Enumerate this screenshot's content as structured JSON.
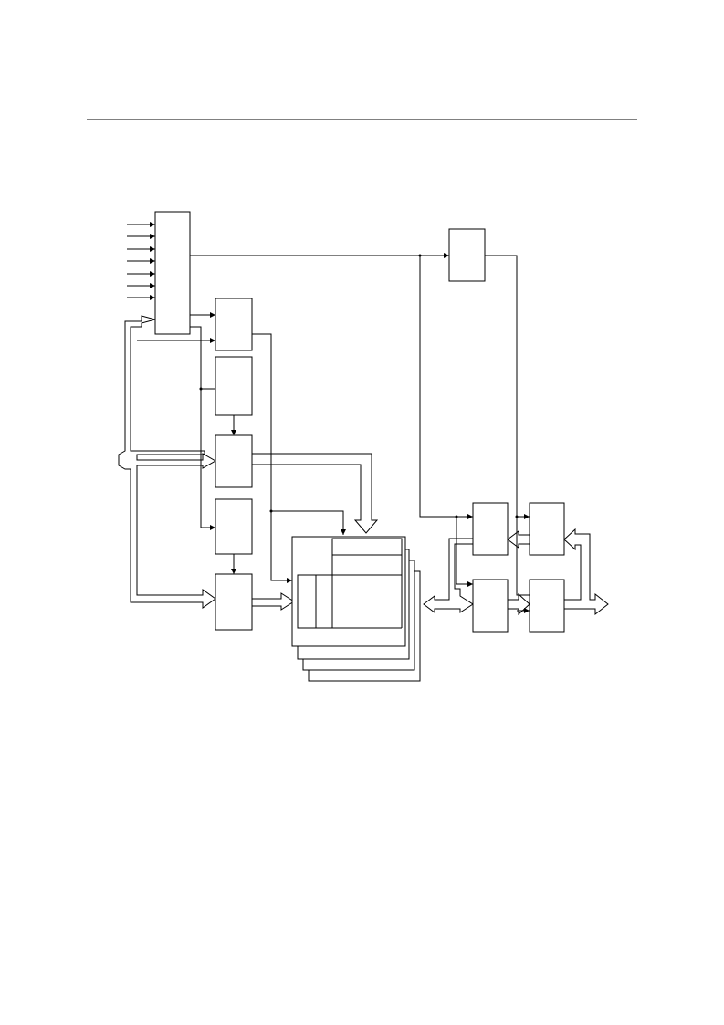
{
  "page": {
    "header_rule": true
  },
  "diagram": {
    "type": "block-diagram",
    "blocks": [
      "input-control-block",
      "top-right-block",
      "left-block-1",
      "left-block-2",
      "left-block-3",
      "left-block-4",
      "left-block-5",
      "memory-array-stack",
      "right-block-top-left",
      "right-block-top-right",
      "right-block-bottom-left",
      "right-block-bottom-right"
    ],
    "input_signal_count": 7,
    "memory_plane_count": 4,
    "text_labels": []
  }
}
